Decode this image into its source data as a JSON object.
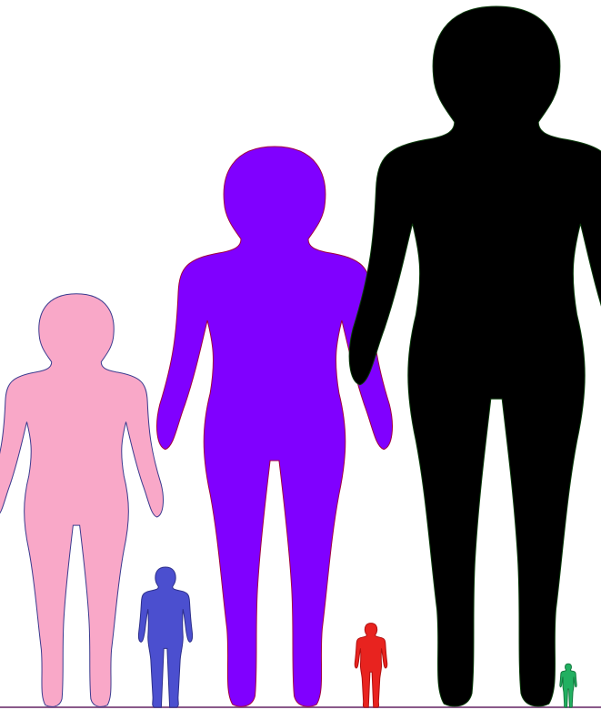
{
  "figures": [
    {
      "id": "pink-woman",
      "kind": "female",
      "fill": "#f9a8c8",
      "stroke": "#3b3b8f",
      "relative_height": 0.59
    },
    {
      "id": "blue-man",
      "kind": "male",
      "fill": "#4b4fcf",
      "stroke": "#2d2f8a",
      "relative_height": 0.2
    },
    {
      "id": "purple-woman",
      "kind": "female",
      "fill": "#8000ff",
      "stroke": "#a00040",
      "relative_height": 0.8
    },
    {
      "id": "red-man",
      "kind": "male",
      "fill": "#e8231f",
      "stroke": "#b01010",
      "relative_height": 0.12
    },
    {
      "id": "black-woman",
      "kind": "female",
      "fill": "#000000",
      "stroke": "#0b3b0b",
      "relative_height": 1.0
    },
    {
      "id": "green-man",
      "kind": "male",
      "fill": "#22b061",
      "stroke": "#157a40",
      "relative_height": 0.062
    }
  ],
  "ground_line_color": "#8a5a8a"
}
